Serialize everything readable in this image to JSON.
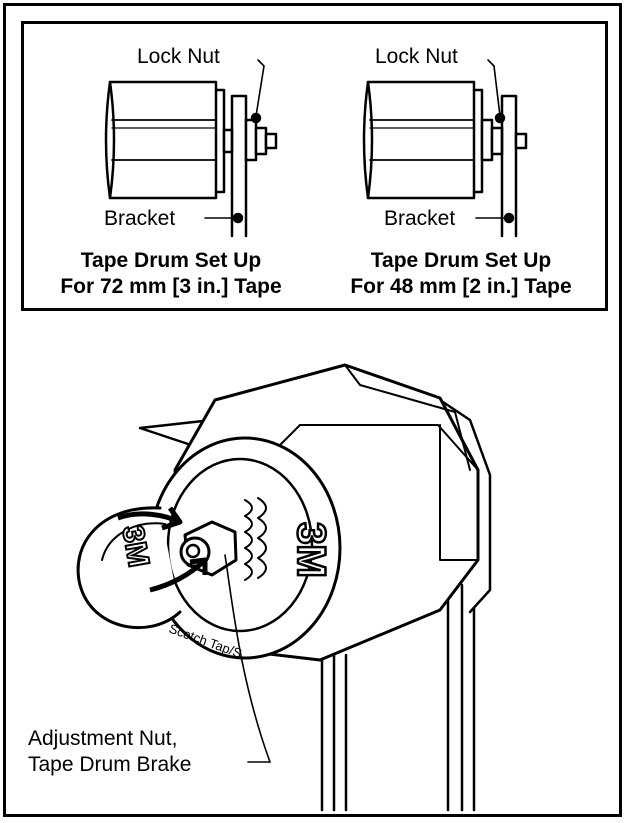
{
  "top": {
    "left": {
      "lock_nut_label": "Lock Nut",
      "bracket_label": "Bracket",
      "caption_line1": "Tape Drum Set Up",
      "caption_line2": "For 72 mm [3 in.] Tape"
    },
    "right": {
      "lock_nut_label": "Lock Nut",
      "bracket_label": "Bracket",
      "caption_line1": "Tape Drum Set Up",
      "caption_line2": "For 48 mm [2 in.] Tape"
    }
  },
  "bottom": {
    "adjustment_label_line1": "Adjustment Nut,",
    "adjustment_label_line2": "Tape Drum Brake",
    "brand_mark": "3M",
    "brand_mark_cap": "3M",
    "rim_text": "Scotch Tap/S"
  },
  "colors": {
    "line": "#000000",
    "background": "#ffffff"
  }
}
